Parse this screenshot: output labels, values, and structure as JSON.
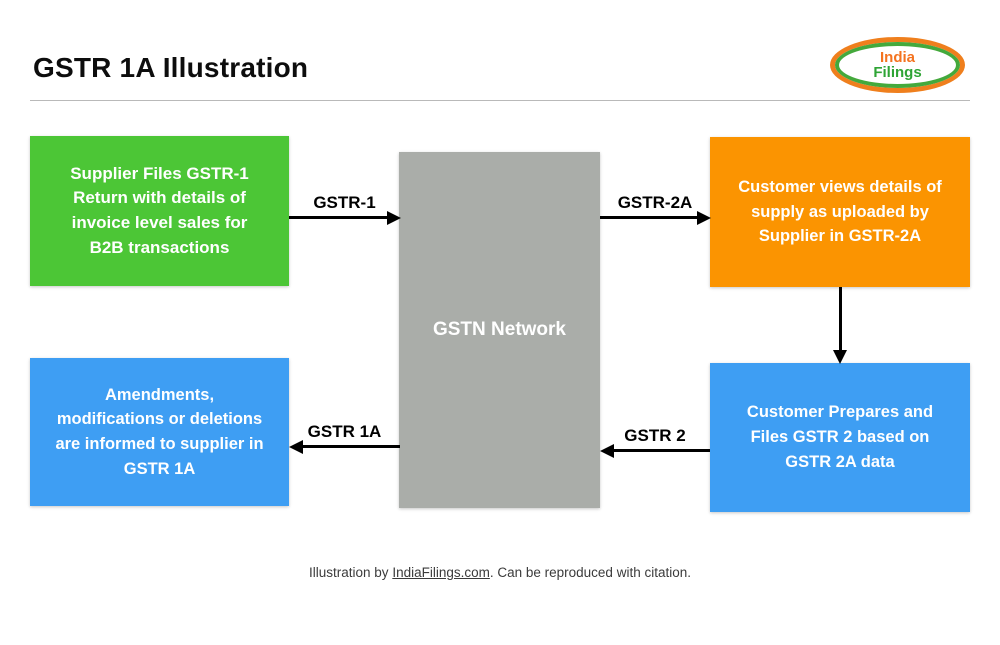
{
  "header": {
    "title": "GSTR 1A Illustration",
    "logo": {
      "line1": "India",
      "line2": "Filings"
    }
  },
  "colors": {
    "supplier_box": "#4cc636",
    "network_box": "#aaada9",
    "customer_view_box": "#fb9401",
    "customer_prepare_box": "#3e9ef3",
    "amendments_box": "#3e9ef3",
    "arrow": "#000000",
    "logo_orange": "#ef7f1d",
    "logo_green": "#44a93c"
  },
  "diagram": {
    "boxes": {
      "supplier": {
        "text": "Supplier Files GSTR-1 Return with details of invoice level sales for B2B transactions"
      },
      "network": {
        "text": "GSTN Network"
      },
      "customer_view": {
        "text": "Customer views details of supply as uploaded by Supplier in GSTR-2A"
      },
      "customer_prepare": {
        "text": "Customer Prepares and Files GSTR 2 based on GSTR 2A data"
      },
      "amendments": {
        "text": "Amendments, modifications or deletions are informed to supplier in GSTR 1A"
      }
    },
    "arrows": {
      "gstr1": {
        "label": "GSTR-1",
        "direction": "right",
        "from": "supplier",
        "to": "network"
      },
      "gstr2a": {
        "label": "GSTR-2A",
        "direction": "right",
        "from": "network",
        "to": "customer_view"
      },
      "down": {
        "label": "",
        "direction": "down",
        "from": "customer_view",
        "to": "customer_prepare"
      },
      "gstr2": {
        "label": "GSTR 2",
        "direction": "left",
        "from": "customer_prepare",
        "to": "network"
      },
      "gstr1a": {
        "label": "GSTR 1A",
        "direction": "left",
        "from": "network",
        "to": "amendments"
      }
    }
  },
  "footer": {
    "prefix": "Illustration by ",
    "link": "IndiaFilings.com",
    "suffix": ". Can be reproduced with citation."
  }
}
